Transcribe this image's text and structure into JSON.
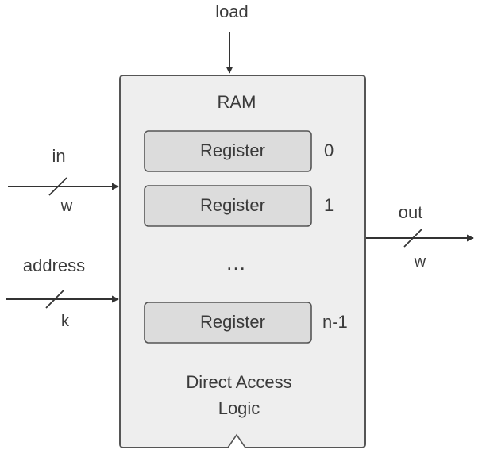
{
  "diagram": {
    "signals": {
      "load": "load",
      "in": "in",
      "in_width": "w",
      "address": "address",
      "address_width": "k",
      "out": "out",
      "out_width": "w"
    },
    "ram": {
      "title": "RAM",
      "registers": [
        {
          "label": "Register",
          "index": "0"
        },
        {
          "label": "Register",
          "index": "1"
        },
        {
          "label": "Register",
          "index": "n-1"
        }
      ],
      "ellipsis": "…",
      "logic_line1": "Direct Access",
      "logic_line2": "Logic"
    },
    "colors": {
      "box_fill": "#eeeeee",
      "box_stroke": "#555555",
      "register_fill": "#dcdcdc",
      "line": "#333333",
      "text": "#3a3a3a"
    }
  }
}
